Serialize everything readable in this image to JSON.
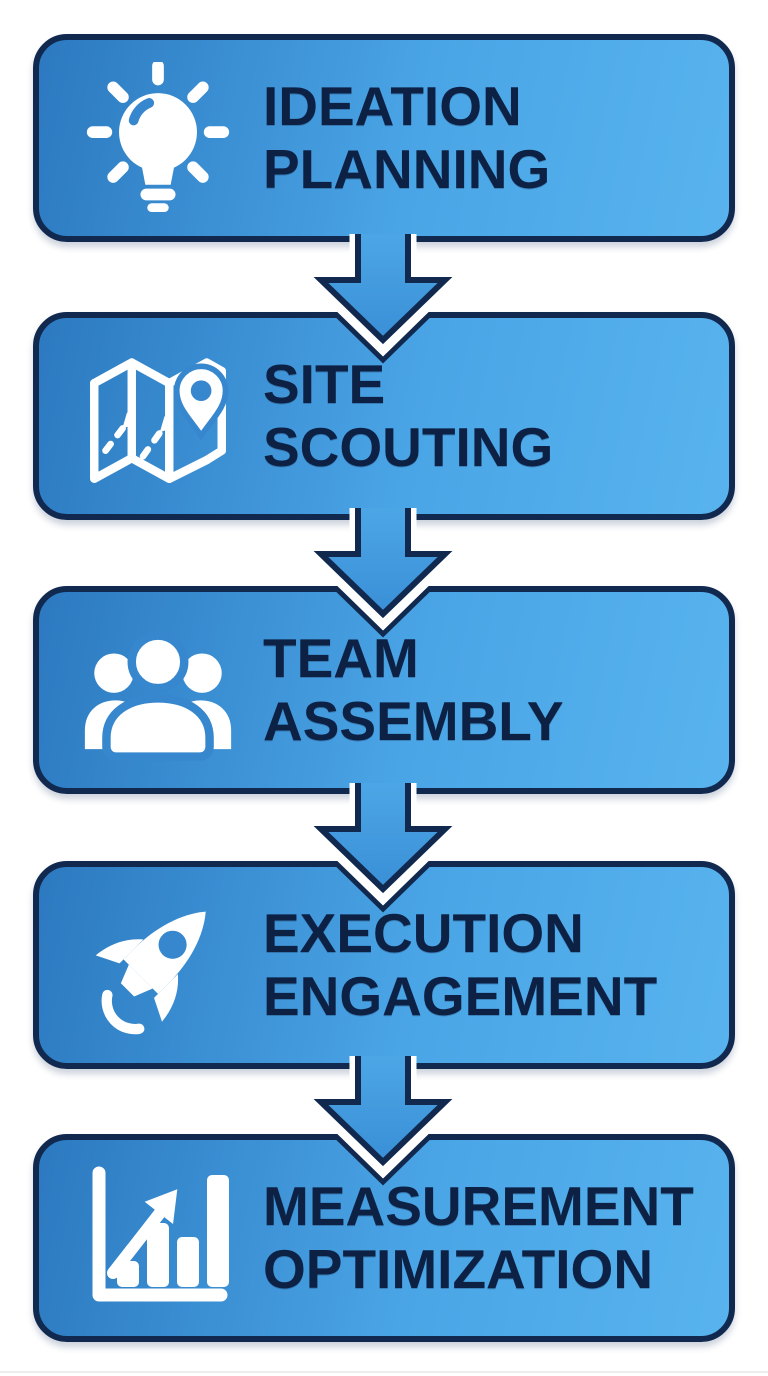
{
  "page": {
    "background_color": "#ffffff"
  },
  "palette": {
    "box_gradient_start": "#2c79c0",
    "box_gradient_mid": "#4aa5e6",
    "box_gradient_end": "#58b3ee",
    "outline_navy": "#11294f",
    "text_navy": "#0d2145",
    "icon_white": "#ffffff",
    "icon_cutout_blue": "#3787ce",
    "arrow_fill_top": "#4ea9e8",
    "arrow_fill_bottom": "#3a8fd6"
  },
  "steps": [
    {
      "order": 1,
      "line1": "IDEATION",
      "line2": "PLANNING",
      "icon": "lightbulb-idea-icon"
    },
    {
      "order": 2,
      "line1": "SITE",
      "line2": "SCOUTING",
      "icon": "folded-map-pin-icon"
    },
    {
      "order": 3,
      "line1": "TEAM",
      "line2": "ASSEMBLY",
      "icon": "people-group-icon"
    },
    {
      "order": 4,
      "line1": "EXECUTION",
      "line2": "ENGAGEMENT",
      "icon": "rocket-icon"
    },
    {
      "order": 5,
      "line1": "MEASUREMENT",
      "line2": "OPTIMIZATION",
      "icon": "growth-chart-icon"
    }
  ],
  "connectors": [
    {
      "type": "down-arrow",
      "from": "IDEATION PLANNING",
      "to": "SITE SCOUTING"
    },
    {
      "type": "down-arrow",
      "from": "SITE SCOUTING",
      "to": "TEAM ASSEMBLY"
    },
    {
      "type": "down-arrow",
      "from": "TEAM ASSEMBLY",
      "to": "EXECUTION ENGAGEMENT"
    },
    {
      "type": "down-arrow",
      "from": "EXECUTION ENGAGEMENT",
      "to": "MEASUREMENT OPTIMIZATION"
    }
  ]
}
